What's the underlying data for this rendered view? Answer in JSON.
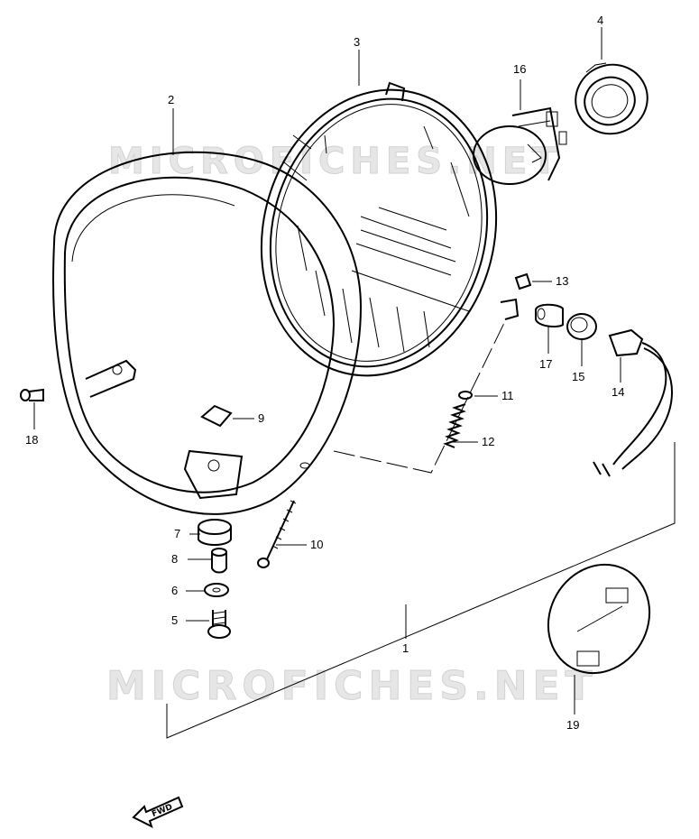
{
  "watermark": {
    "upper": "MICROFICHES.NET",
    "lower": "MICROFICHES.NET"
  },
  "callouts": [
    {
      "id": "1",
      "label": "1"
    },
    {
      "id": "2",
      "label": "2"
    },
    {
      "id": "3",
      "label": "3"
    },
    {
      "id": "4",
      "label": "4"
    },
    {
      "id": "5",
      "label": "5"
    },
    {
      "id": "6",
      "label": "6"
    },
    {
      "id": "7",
      "label": "7"
    },
    {
      "id": "8",
      "label": "8"
    },
    {
      "id": "9",
      "label": "9"
    },
    {
      "id": "10",
      "label": "10"
    },
    {
      "id": "11",
      "label": "11"
    },
    {
      "id": "12",
      "label": "12"
    },
    {
      "id": "13",
      "label": "13"
    },
    {
      "id": "14",
      "label": "14"
    },
    {
      "id": "15",
      "label": "15"
    },
    {
      "id": "16",
      "label": "16"
    },
    {
      "id": "17",
      "label": "17"
    },
    {
      "id": "18",
      "label": "18"
    },
    {
      "id": "19",
      "label": "19"
    }
  ],
  "direction_marker": {
    "label": "FWD",
    "icon": "fwd-arrow-icon"
  }
}
